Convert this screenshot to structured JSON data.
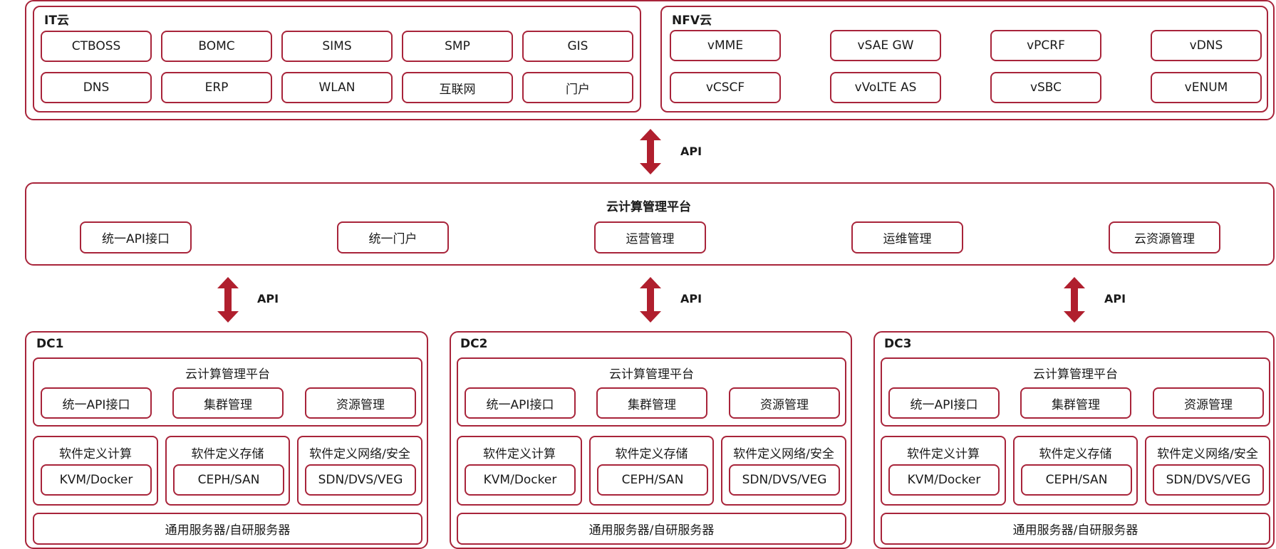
{
  "it_cloud": {
    "title": "IT云",
    "items": [
      "CTBOSS",
      "BOMC",
      "SIMS",
      "SMP",
      "GIS",
      "DNS",
      "ERP",
      "WLAN",
      "互联网",
      "门户"
    ]
  },
  "nfv_cloud": {
    "title": "NFV云",
    "items": [
      "vMME",
      "vSAE GW",
      "vPCRF",
      "vDNS",
      "vCSCF",
      "vVoLTE AS",
      "vSBC",
      "vENUM"
    ]
  },
  "api_label": "API",
  "mgmt_platform": {
    "title": "云计算管理平台",
    "items": [
      "统一API接口",
      "统一门户",
      "运营管理",
      "运维管理",
      "云资源管理"
    ]
  },
  "dcs": [
    {
      "title": "DC1",
      "platform_title": "云计算管理平台",
      "platform_items": [
        "统一API接口",
        "集群管理",
        "资源管理"
      ],
      "sections": [
        {
          "title": "软件定义计算",
          "item": "KVM/Docker"
        },
        {
          "title": "软件定义存储",
          "item": "CEPH/SAN"
        },
        {
          "title": "软件定义网络/安全",
          "item": "SDN/DVS/VEG"
        }
      ],
      "bottom": "通用服务器/自研服务器"
    },
    {
      "title": "DC2",
      "platform_title": "云计算管理平台",
      "platform_items": [
        "统一API接口",
        "集群管理",
        "资源管理"
      ],
      "sections": [
        {
          "title": "软件定义计算",
          "item": "KVM/Docker"
        },
        {
          "title": "软件定义存储",
          "item": "CEPH/SAN"
        },
        {
          "title": "软件定义网络/安全",
          "item": "SDN/DVS/VEG"
        }
      ],
      "bottom": "通用服务器/自研服务器"
    },
    {
      "title": "DC3",
      "platform_title": "云计算管理平台",
      "platform_items": [
        "统一API接口",
        "集群管理",
        "资源管理"
      ],
      "sections": [
        {
          "title": "软件定义计算",
          "item": "KVM/Docker"
        },
        {
          "title": "软件定义存储",
          "item": "CEPH/SAN"
        },
        {
          "title": "软件定义网络/安全",
          "item": "SDN/DVS/VEG"
        }
      ],
      "bottom": "通用服务器/自研服务器"
    }
  ],
  "colors": {
    "accent": "#a8243a",
    "arrow": "#b01f2e"
  }
}
